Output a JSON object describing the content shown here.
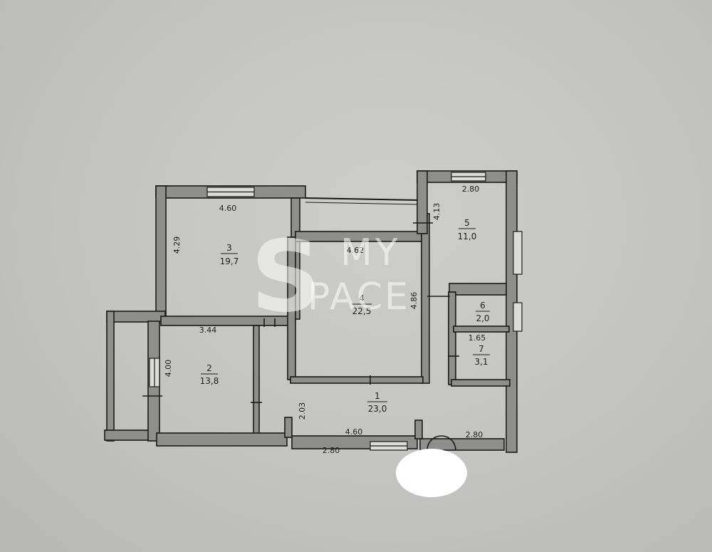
{
  "rooms": [
    {
      "number": "1",
      "area": "23,0"
    },
    {
      "number": "2",
      "area": "13,8"
    },
    {
      "number": "3",
      "area": "19,7"
    },
    {
      "number": "4",
      "area": "22,5"
    },
    {
      "number": "5",
      "area": "11,0"
    },
    {
      "number": "6",
      "area": "2,0"
    },
    {
      "number": "7",
      "area": "3,1"
    }
  ],
  "dimensions": {
    "room3_width": "4.60",
    "room3_height": "4.29",
    "room2_width": "3.44",
    "room2_height": "4.00",
    "room4_width": "4.62",
    "room4_height": "4.86",
    "room5_width": "2.80",
    "room5_height": "4.13",
    "room7_width": "1.65",
    "corridor_height": "2.03",
    "bottom_width_mid": "4.60",
    "bottom_width_right": "2.80",
    "outer_bottom_partial": "2.80"
  },
  "watermark": {
    "letter": "S",
    "line1": "MY",
    "line2": "PACE"
  },
  "colors": {
    "wall": "#8e8e8c",
    "wall_edge": "#1a1a1a",
    "paper": "#c6c6c4",
    "redaction": "#ffffff"
  }
}
